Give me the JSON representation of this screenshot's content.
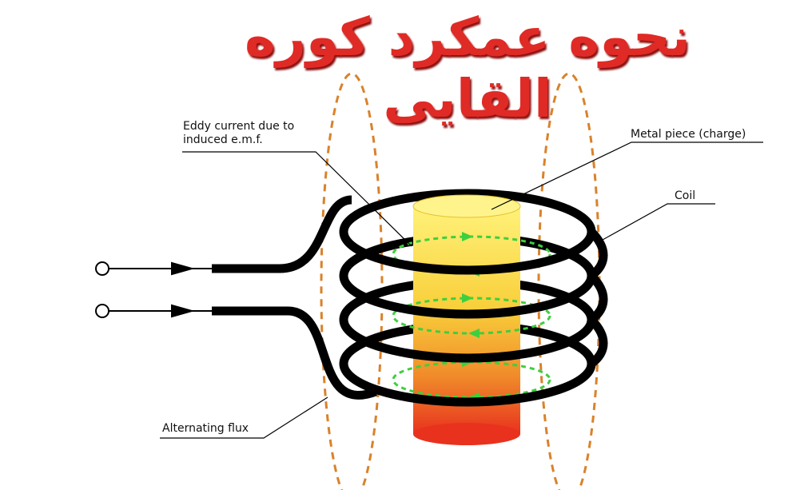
{
  "title": "نحوه عمکرد کوره القایی",
  "labels": {
    "eddy_line1": "Eddy current due to",
    "eddy_line2": "induced e.m.f.",
    "metal": "Metal piece (charge)",
    "coil": "Coil",
    "flux": "Alternating flux"
  },
  "colors": {
    "title": "#e02a25",
    "flux": "#d9822b",
    "eddy": "#3ecf3e",
    "coil": "#000000"
  }
}
